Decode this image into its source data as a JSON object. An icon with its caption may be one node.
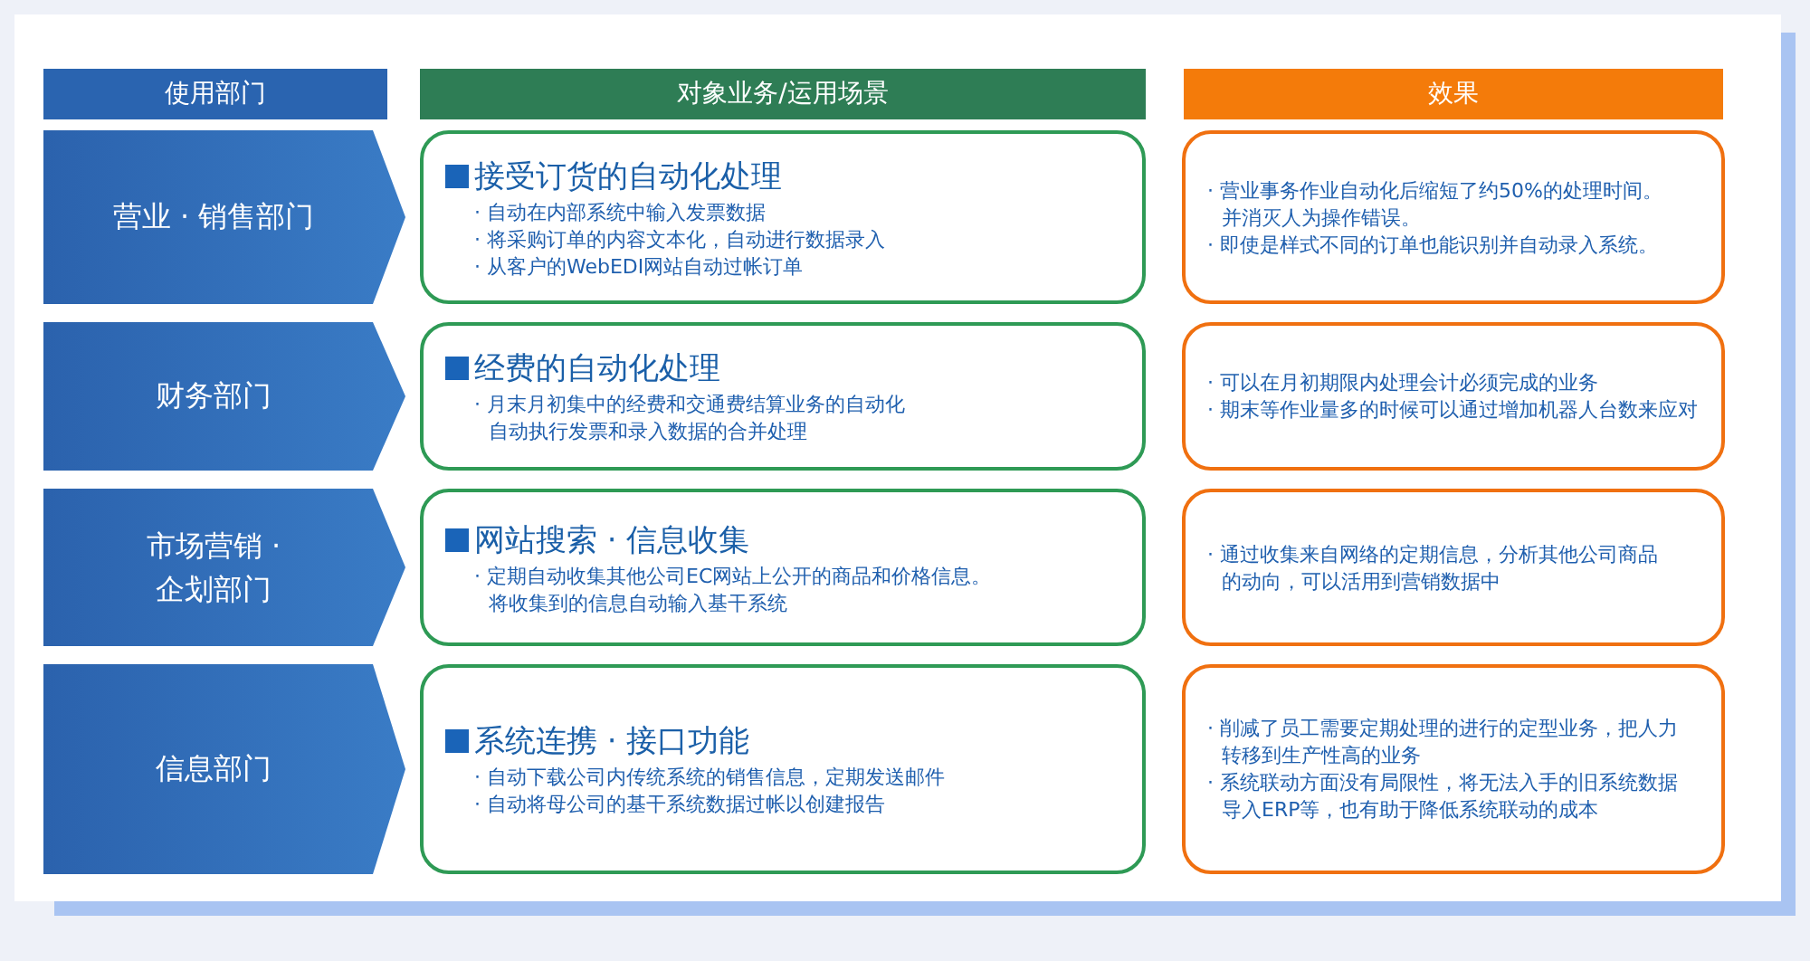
{
  "diagram": {
    "nodes": [
      {
        "text": [
          "使用部门"
        ]
      },
      {
        "text": [
          "对象业务/运用场景"
        ]
      },
      {
        "text": [
          "效果"
        ]
      },
      {
        "text": [
          "营业 · 销售部门"
        ]
      },
      {
        "text": [
          "接受订货的自动化处理",
          "· 自动在内部系统中输入发票数据",
          "· 将采购订单的内容文本化，自动进行数据录入",
          "· 从客户的WebEDI网站自动过帐订单"
        ]
      },
      {
        "text": [
          "· 营业事务作业自动化后缩短了约50%的处理时间。并消灭人为操作错误。",
          "· 即使是样式不同的订单也能识别并自动录入系统。"
        ]
      },
      {
        "text": [
          "财务部门"
        ]
      },
      {
        "text": [
          "经费的自动化处理",
          "· 月末月初集中的经费和交通费结算业务的自动化自动执行发票和录入数据的合并处理"
        ]
      },
      {
        "text": [
          "· 可以在月初期限内处理会计必须完成的业务",
          "· 期末等作业量多的时候可以通过增加机器人台数来应对"
        ]
      },
      {
        "text": [
          "市场营销 · 企划部门"
        ]
      },
      {
        "text": [
          "网站搜索 · 信息收集",
          "· 定期自动收集其他公司EC网站上公开的商品和价格信息。将收集到的信息自动输入基干系统"
        ]
      },
      {
        "text": [
          "· 通过收集来自网络的定期信息，分析其他公司商品的动向，可以活用到营销数据中"
        ]
      },
      {
        "text": [
          "信息部门"
        ]
      },
      {
        "text": [
          "系统连携 · 接口功能",
          "· 自动下载公司内传统系统的销售信息，定期发送邮件",
          "· 自动将母公司的基干系统数据过帐以创建报告"
        ]
      },
      {
        "text": [
          "· 削减了员工需要定期处理的进行的定型业务，把人力转移到生产性高的业务",
          "· 系统联动方面没有局限性，将无法入手的旧系统数据导入ERP等，也有助于降低系统联动的成本"
        ]
      }
    ]
  }
}
